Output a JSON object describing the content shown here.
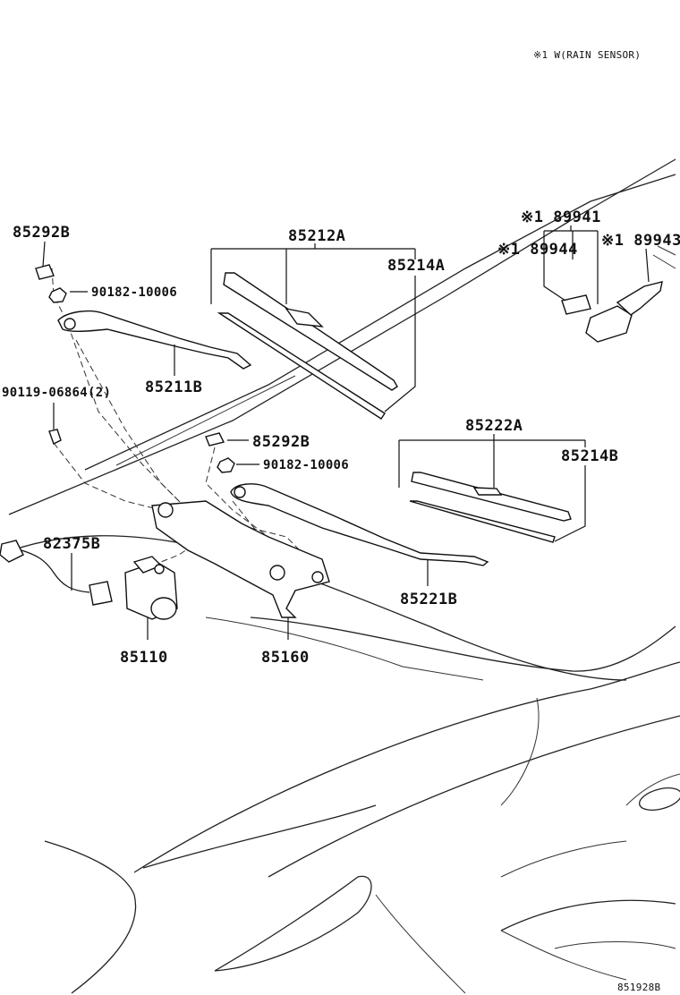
{
  "note": "※1 W(RAIN SENSOR)",
  "diagram_id": "851928B",
  "parts": {
    "p85292B_top": "85292B",
    "p90182_top": "90182-10006",
    "p85211B": "85211B",
    "p90119": "90119-06864(2)",
    "p85212A": "85212A",
    "p85214A": "85214A",
    "p89941": "※1 89941",
    "p89944": "※1 89944",
    "p89943": "※1 89943",
    "p85292B_mid": "85292B",
    "p90182_mid": "90182-10006",
    "p85222A": "85222A",
    "p85214B": "85214B",
    "p82375B": "82375B",
    "p85221B": "85221B",
    "p85110": "85110",
    "p85160": "85160"
  }
}
